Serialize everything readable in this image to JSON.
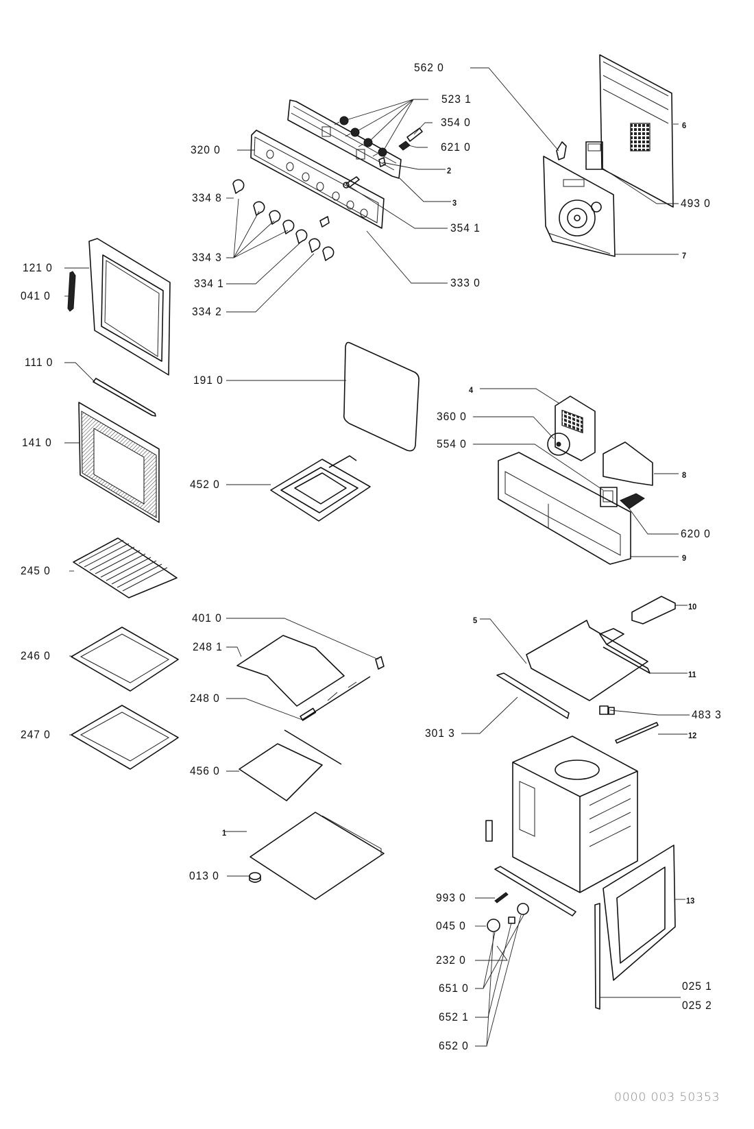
{
  "diagram": {
    "title": "Oven exploded parts diagram",
    "document_id": "0000 003 50353",
    "callouts": [
      {
        "id": "c-562-0",
        "label": "562 0",
        "part": "thermostat-bracket"
      },
      {
        "id": "c-523-1",
        "label": "523 1",
        "part": "control-switches"
      },
      {
        "id": "c-354-0",
        "label": "354 0",
        "part": "spindle"
      },
      {
        "id": "c-621-0",
        "label": "621 0",
        "part": "indicator-lamp"
      },
      {
        "id": "c-2",
        "label": "2",
        "part": "switch-bracket"
      },
      {
        "id": "c-3",
        "label": "3",
        "part": "control-panel-frame"
      },
      {
        "id": "c-320-0",
        "label": "320 0",
        "part": "control-panel-fascia"
      },
      {
        "id": "c-334-8",
        "label": "334 8",
        "part": "knob"
      },
      {
        "id": "c-334-3",
        "label": "334 3",
        "part": "knobs"
      },
      {
        "id": "c-334-1",
        "label": "334 1",
        "part": "knob"
      },
      {
        "id": "c-334-2",
        "label": "334 2",
        "part": "knob"
      },
      {
        "id": "c-354-1",
        "label": "354 1",
        "part": "spindle-extension"
      },
      {
        "id": "c-333-0",
        "label": "333 0",
        "part": "control-panel-trim"
      },
      {
        "id": "c-6",
        "label": "6",
        "part": "rear-panel"
      },
      {
        "id": "c-493-0",
        "label": "493 0",
        "part": "terminal-block"
      },
      {
        "id": "c-7",
        "label": "7",
        "part": "back-plate"
      },
      {
        "id": "c-121-0",
        "label": "121 0",
        "part": "inner-door"
      },
      {
        "id": "c-041-0",
        "label": "041 0",
        "part": "door-hinge"
      },
      {
        "id": "c-111-0",
        "label": "111 0",
        "part": "door-handle"
      },
      {
        "id": "c-141-0",
        "label": "141 0",
        "part": "outer-door-glass"
      },
      {
        "id": "c-191-0",
        "label": "191 0",
        "part": "door-seal"
      },
      {
        "id": "c-452-0",
        "label": "452 0",
        "part": "grill-element"
      },
      {
        "id": "c-4",
        "label": "4",
        "part": "fan-housing"
      },
      {
        "id": "c-360-0",
        "label": "360 0",
        "part": "fan-motor"
      },
      {
        "id": "c-554-0",
        "label": "554 0",
        "part": "timer"
      },
      {
        "id": "c-8",
        "label": "8",
        "part": "cover-plate"
      },
      {
        "id": "c-620-0",
        "label": "620 0",
        "part": "selector-switch"
      },
      {
        "id": "c-9",
        "label": "9",
        "part": "front-frame"
      },
      {
        "id": "c-245-0",
        "label": "245 0",
        "part": "wire-shelf"
      },
      {
        "id": "c-246-0",
        "label": "246 0",
        "part": "baking-tray"
      },
      {
        "id": "c-247-0",
        "label": "247 0",
        "part": "drip-tray"
      },
      {
        "id": "c-401-0",
        "label": "401 0",
        "part": "rotisserie-motor"
      },
      {
        "id": "c-248-1",
        "label": "248 1",
        "part": "spit-frame"
      },
      {
        "id": "c-248-0",
        "label": "248 0",
        "part": "rotisserie-spit"
      },
      {
        "id": "c-456-0",
        "label": "456 0",
        "part": "bottom-element"
      },
      {
        "id": "c-1",
        "label": "1",
        "part": "base-plate"
      },
      {
        "id": "c-013-0",
        "label": "013 0",
        "part": "foot"
      },
      {
        "id": "c-5",
        "label": "5",
        "part": "top-frame"
      },
      {
        "id": "c-10",
        "label": "10",
        "part": "top-bracket"
      },
      {
        "id": "c-11",
        "label": "11",
        "part": "side-rail"
      },
      {
        "id": "c-483-3",
        "label": "483 3",
        "part": "thermal-cutout"
      },
      {
        "id": "c-301-3",
        "label": "301 3",
        "part": "front-rail"
      },
      {
        "id": "c-12",
        "label": "12",
        "part": "strip"
      },
      {
        "id": "c-993-0",
        "label": "993 0",
        "part": "screw"
      },
      {
        "id": "c-045-0",
        "label": "045 0",
        "part": "hinge-receiver"
      },
      {
        "id": "c-232-0",
        "label": "232 0",
        "part": "bottom-front-rail"
      },
      {
        "id": "c-651-0",
        "label": "651 0",
        "part": "lamp-bulb"
      },
      {
        "id": "c-652-1",
        "label": "652 1",
        "part": "lamp-cover"
      },
      {
        "id": "c-652-0",
        "label": "652 0",
        "part": "lamp-holder"
      },
      {
        "id": "c-13",
        "label": "13",
        "part": "side-panel"
      },
      {
        "id": "c-025-1",
        "label": "025 1",
        "part": "side-trim"
      },
      {
        "id": "c-025-2",
        "label": "025 2",
        "part": "side-trim"
      }
    ]
  }
}
